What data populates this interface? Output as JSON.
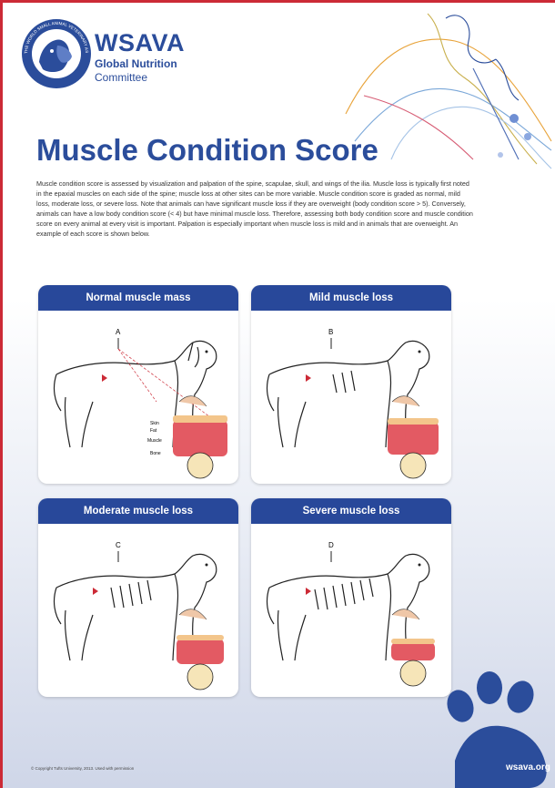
{
  "header": {
    "logo_ring_text": "THE WORLD SMALL ANIMAL VETERINARY ASSOCIATION",
    "org": "WSAVA",
    "committee_line1": "Global Nutrition",
    "committee_line2": "Committee"
  },
  "title": "Muscle Condition Score",
  "intro": "Muscle condition score is assessed by visualization and palpation of the spine, scapulae, skull, and wings of the ilia. Muscle loss is typically first noted in the epaxial muscles on each side of the spine; muscle loss at other sites can be more variable. Muscle condition score is graded as normal, mild loss, moderate loss, or severe loss. Note that animals can have significant muscle loss if they are overweight (body condition score > 5). Conversely, animals can have a low body condition score (< 4) but have minimal muscle loss. Therefore, assessing both body condition score and muscle condition score on every animal at every visit is important. Palpation is especially important when muscle loss is mild and in animals that are overweight. An example of each score is shown below.",
  "cards": [
    {
      "title": "Normal muscle mass",
      "letter": "A"
    },
    {
      "title": "Mild muscle loss",
      "letter": "B"
    },
    {
      "title": "Moderate muscle loss",
      "letter": "C"
    },
    {
      "title": "Severe muscle loss",
      "letter": "D"
    }
  ],
  "labels": {
    "skin": "Skin",
    "fat": "Fat",
    "muscle": "Muscle",
    "bone": "Bone"
  },
  "footer": {
    "copyright": "© Copyright Tufts University, 2013. Used with permission",
    "site": "wsava.org"
  },
  "colors": {
    "brand_blue": "#2b4d9b",
    "card_header": "#28489a",
    "accent_red": "#cc2a36",
    "muscle": "#e35a63"
  }
}
